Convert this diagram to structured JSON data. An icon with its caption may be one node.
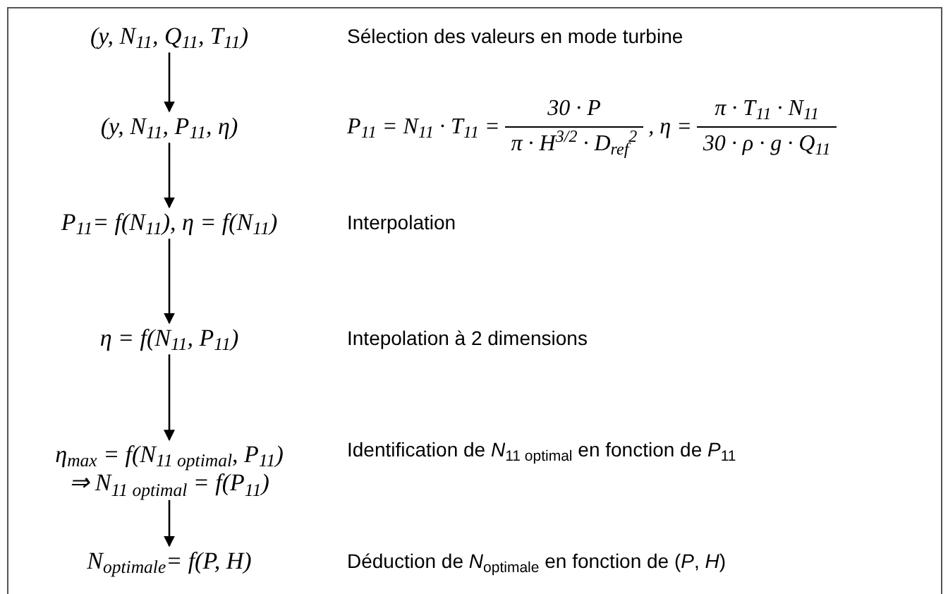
{
  "diagram": {
    "nodes": [
      {
        "text": [
          "(y, N$_{11}$, Q$_{11}$, T$_{11}$)"
        ]
      },
      {
        "text": [
          "(y, N$_{11}$, P$_{11}$, η)"
        ]
      },
      {
        "text": [
          "P$_{11}$= f(N$_{11}$), η = f(N$_{11}$)"
        ]
      },
      {
        "text": [
          "η = f(N$_{11}$, P$_{11}$)"
        ]
      },
      {
        "text": [
          "η$_{max}$ = f(N$_{11 optimal}$, P$_{11}$)",
          "⇒ N$_{11 optimal}$ = f(P$_{11}$)"
        ]
      },
      {
        "text": [
          "N$_{optimale}$= f(P, H)"
        ]
      }
    ],
    "edges": [
      {
        "from": 0,
        "to": 1,
        "arrow": "to"
      },
      {
        "from": 1,
        "to": 2,
        "arrow": "to"
      },
      {
        "from": 2,
        "to": 3,
        "arrow": "to"
      },
      {
        "from": 3,
        "to": 4,
        "arrow": "to"
      },
      {
        "from": 4,
        "to": 5,
        "arrow": "to"
      }
    ],
    "labels": [
      "Sélection des valeurs en mode turbine",
      "P$_{11}$ = N$_{11}$ · T$_{11}$ =",
      "30 · P",
      "π · H$^{3/2}$ · D$_{ref}$$^{2}$",
      ", η =",
      "π · T$_{11}$ · N$_{11}$",
      "30 · ρ · g · Q$_{11}$",
      "Interpolation",
      "Intepolation à 2 dimensions",
      "Identification de *N*$_{11 optimal}$ en fonction de *P*$_{11}$",
      "Déduction de *N*$_{optimale}$ en fonction de (*P*, *H*)"
    ]
  }
}
